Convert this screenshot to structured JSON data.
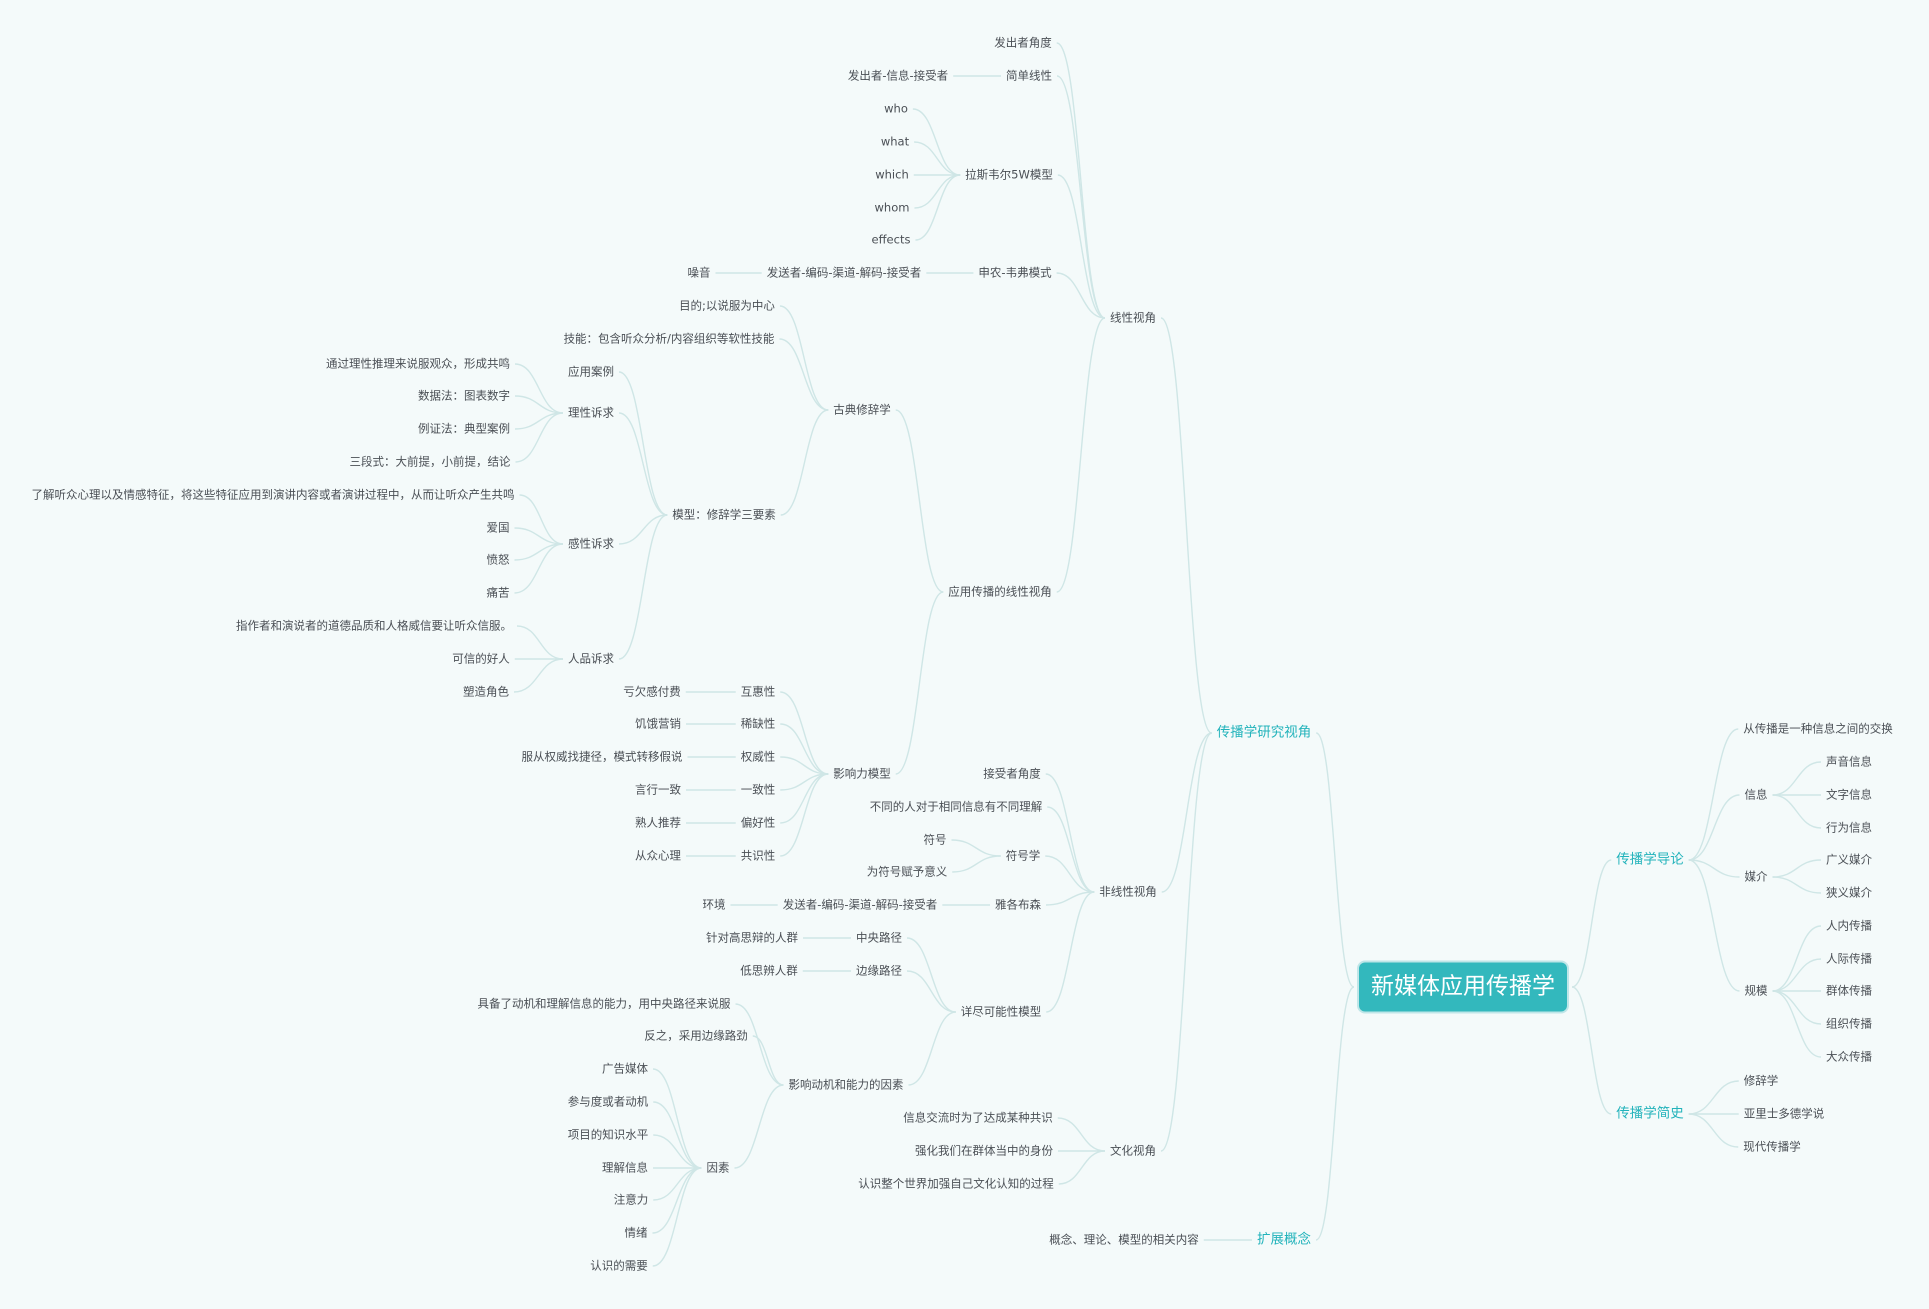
{
  "root": "新媒体应用传播学",
  "nodes": {
    "n1": "传播学研究视角",
    "n2": "线性视角",
    "n3": "发出者角度",
    "n4": "简单线性",
    "n5": "发出者-信息-接受者",
    "n6": "拉斯韦尔5W模型",
    "n7": "who",
    "n8": "what",
    "n9": "which",
    "n10": "whom",
    "n11": "effects",
    "n12": "申农-韦弗模式",
    "n13": "发送者-编码-渠道-解码-接受者",
    "n14": "噪音",
    "n15": "应用传播的线性视角",
    "n16": "古典修辞学",
    "n17": "目的;以说服为中心",
    "n18": "技能：包含听众分析/内容组织等软性技能",
    "n19": "模型：修辞学三要素",
    "n20": "应用案例",
    "n21": "理性诉求",
    "n22": "通过理性推理来说服观众，形成共鸣",
    "n23": "数据法：图表数字",
    "n24": "例证法：典型案例",
    "n25": "三段式：大前提，小前提，结论",
    "n26": "感性诉求",
    "n27": "了解听众心理以及情感特征，将这些特征应用到演讲内容或者演讲过程中，从而让听众产生共鸣",
    "n28": "爱国",
    "n29": "愤怒",
    "n30": "痛苦",
    "n31": "人品诉求",
    "n32": "指作者和演说者的道德品质和人格威信要让听众信服。",
    "n33": "可信的好人",
    "n34": "塑造角色",
    "n35": "影响力模型",
    "n36": "互惠性",
    "n37": "亏欠感付费",
    "n38": "稀缺性",
    "n39": "饥饿营销",
    "n40": "权威性",
    "n41": "服从权威找捷径，模式转移假说",
    "n42": "一致性",
    "n43": "言行一致",
    "n44": "偏好性",
    "n45": "熟人推荐",
    "n46": "共识性",
    "n47": "从众心理",
    "n48": "非线性视角",
    "n49": "接受者角度",
    "n50": "不同的人对于相同信息有不同理解",
    "n51": "符号学",
    "n52": "符号",
    "n53": "为符号赋予意义",
    "n54": "雅各布森",
    "n55": "发送者-编码-渠道-解码-接受者",
    "n56": "环境",
    "n57": "详尽可能性模型",
    "n58": "中央路径",
    "n59": "针对高思辩的人群",
    "n60": "边缘路径",
    "n61": "低思辨人群",
    "n62": "影响动机和能力的因素",
    "n63": "具备了动机和理解信息的能力，用中央路径来说服",
    "n64": "反之，采用边缘路劲",
    "n65": "因素",
    "n66": "广告媒体",
    "n67": "参与度或者动机",
    "n68": "项目的知识水平",
    "n69": "理解信息",
    "n70": "注意力",
    "n71": "情绪",
    "n72": "认识的需要",
    "n73": "文化视角",
    "n74": "信息交流时为了达成某种共识",
    "n75": "强化我们在群体当中的身份",
    "n76": "认识整个世界加强自己文化认知的过程",
    "n77": "扩展概念",
    "n78": "概念、理论、模型的相关内容",
    "n79": "传播学导论",
    "n80": "从传播是一种信息之间的交换",
    "n81": "信息",
    "n82": "声音信息",
    "n83": "文字信息",
    "n84": "行为信息",
    "n85": "媒介",
    "n86": "广义媒介",
    "n87": "狭义媒介",
    "n88": "规模",
    "n89": "人内传播",
    "n90": "人际传播",
    "n91": "群体传播",
    "n92": "组织传播",
    "n93": "大众传播",
    "n94": "传播学简史",
    "n95": "修辞学",
    "n96": "亚里士多德学说",
    "n97": "现代传播学"
  },
  "colors": {
    "background": "#f4fafa",
    "root_fill": "#33b8bd",
    "branch_text": "#22b3bb",
    "leaf_text": "#4a4f55",
    "edge": "#cfe6e6"
  }
}
